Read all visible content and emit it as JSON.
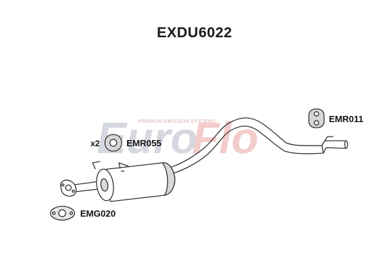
{
  "title": "EXDU6022",
  "watermark": {
    "brand_left": "Euro",
    "brand_right": "Flo",
    "tagline": "PREMIUM EMISSION SYSTEMS",
    "colors": {
      "gray": "#c9ccd6",
      "red": "#f1c4c4"
    }
  },
  "parts": {
    "hanger_rear": {
      "code": "EMR011"
    },
    "hanger_mid": {
      "code": "EMR055",
      "quantity": "x2"
    },
    "gasket": {
      "code": "EMG020"
    }
  },
  "colors": {
    "line": "#333333",
    "fill": "#ffffff",
    "shade": "#d9d9d9"
  }
}
